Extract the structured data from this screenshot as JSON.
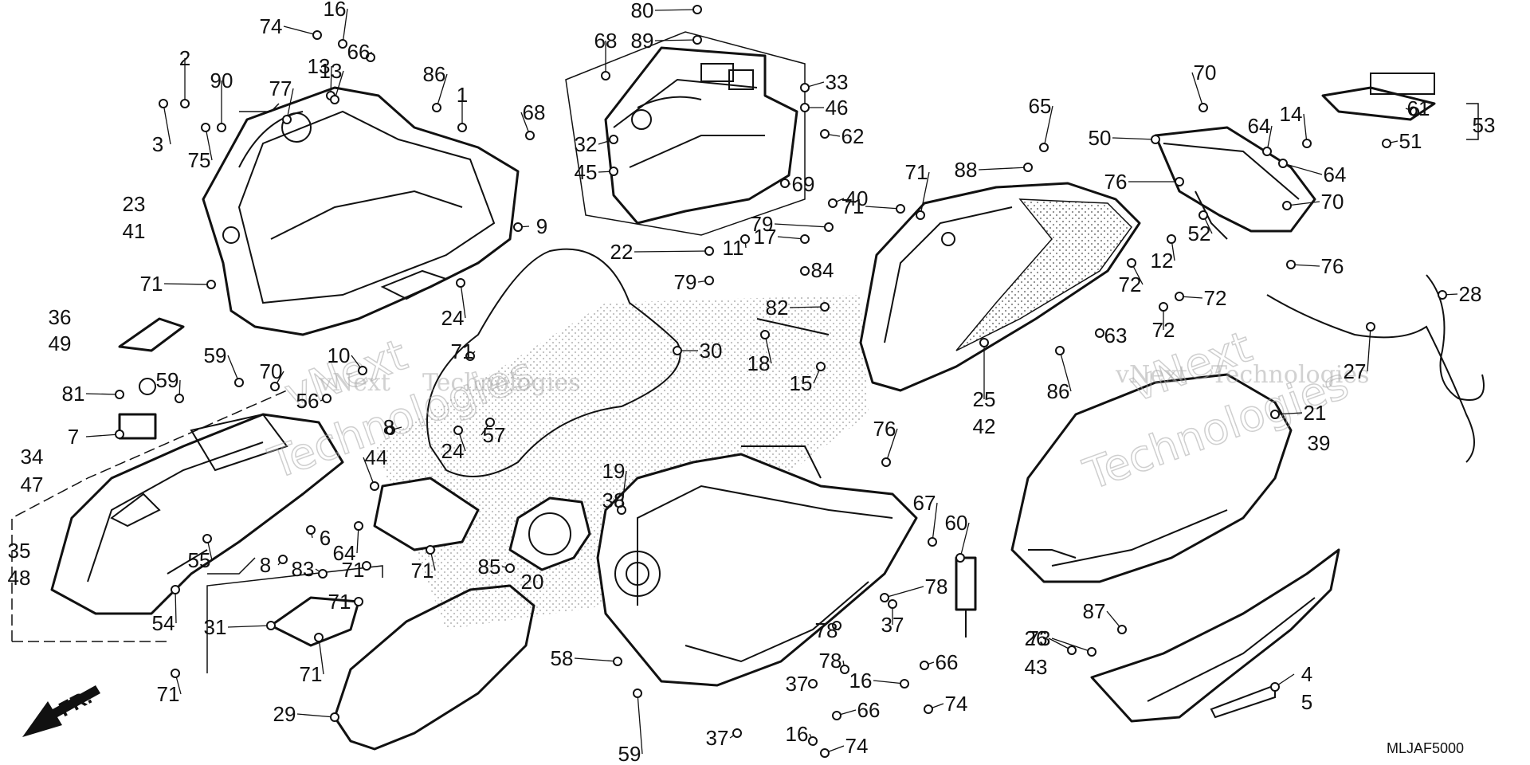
{
  "diagram": {
    "code": "MLJAF5000",
    "direction_label": "FR.",
    "watermarks": [
      {
        "line1": "vNext",
        "line2": "Technologies"
      },
      {
        "line1": "vNext",
        "line2": "Technologies"
      }
    ],
    "labels": [
      "74",
      "16",
      "66",
      "13",
      "2",
      "90",
      "77",
      "3",
      "75",
      "13",
      "86",
      "1",
      "68",
      "80",
      "89",
      "68",
      "33",
      "46",
      "62",
      "32",
      "45",
      "69",
      "40",
      "11",
      "79",
      "22",
      "79",
      "17",
      "84",
      "71",
      "71",
      "65",
      "88",
      "70",
      "61",
      "51",
      "53",
      "50",
      "14",
      "64",
      "64",
      "76",
      "70",
      "52",
      "76",
      "12",
      "72",
      "72",
      "72",
      "63",
      "86",
      "25",
      "42",
      "28",
      "27",
      "21",
      "39",
      "23",
      "41",
      "9",
      "71",
      "24",
      "71",
      "30",
      "18",
      "82",
      "15",
      "36",
      "49",
      "59",
      "70",
      "59",
      "81",
      "7",
      "10",
      "56",
      "8",
      "57",
      "24",
      "34",
      "47",
      "44",
      "6",
      "64",
      "19",
      "38",
      "76",
      "67",
      "60",
      "35",
      "48",
      "55",
      "8",
      "83",
      "71",
      "71",
      "85",
      "20",
      "54",
      "31",
      "71",
      "71",
      "37",
      "58",
      "78",
      "78",
      "66",
      "16",
      "74",
      "37",
      "26",
      "43",
      "73",
      "87",
      "4",
      "5",
      "29",
      "78",
      "66",
      "16",
      "74",
      "37",
      "59",
      "71"
    ]
  },
  "colors": {
    "ink": "#111111",
    "watermark": "#9a9a9a"
  }
}
